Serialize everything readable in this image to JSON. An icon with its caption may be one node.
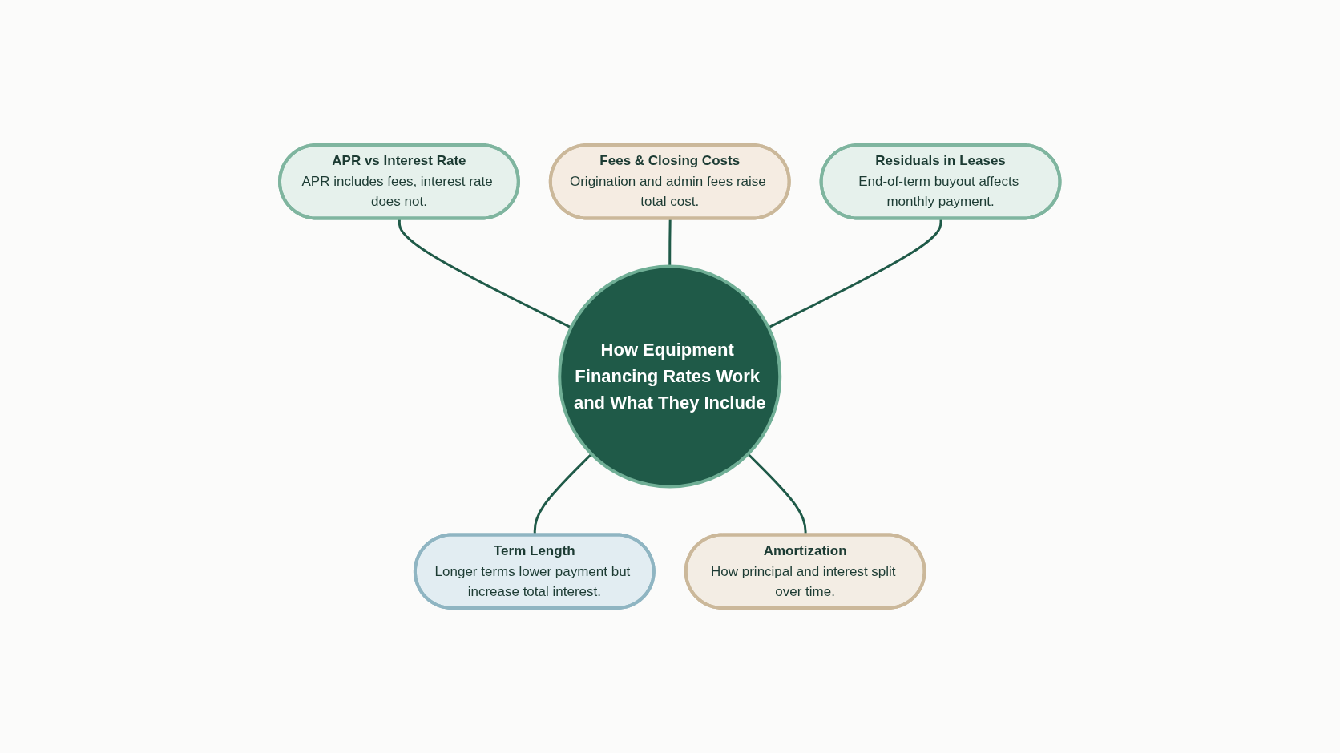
{
  "diagram": {
    "nodes": [
      {
        "text": [
          "APR vs Interest Rate",
          "APR includes fees, interest rate does not."
        ]
      },
      {
        "text": [
          "Fees & Closing Costs",
          "Origination and admin fees raise total cost."
        ]
      },
      {
        "text": [
          "Residuals in Leases",
          "End-of-term buyout affects monthly payment."
        ]
      },
      {
        "text": [
          "How Equipment Financing Rates Work and What They Include"
        ]
      },
      {
        "text": [
          "Term Length",
          "Longer terms lower payment but increase total interest."
        ]
      },
      {
        "text": [
          "Amortization",
          "How principal and interest split over time."
        ]
      }
    ],
    "edges": [
      {
        "from": 0,
        "to": 3,
        "arrow": "none"
      },
      {
        "from": 1,
        "to": 3,
        "arrow": "none"
      },
      {
        "from": 2,
        "to": 3,
        "arrow": "none"
      },
      {
        "from": 3,
        "to": 4,
        "arrow": "none"
      },
      {
        "from": 3,
        "to": 5,
        "arrow": "none"
      }
    ]
  }
}
